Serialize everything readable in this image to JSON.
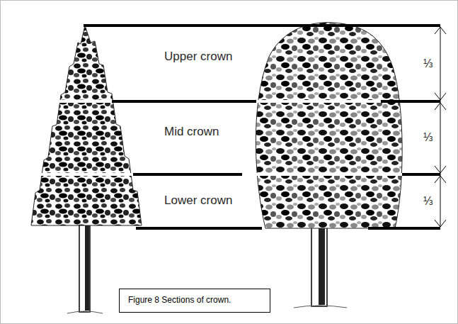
{
  "diagram": {
    "caption": "Figure 8 Sections of crown.",
    "labels": [
      "Upper crown",
      "Mid crown",
      "Lower crown",
      "⅓",
      "⅓",
      "⅓"
    ]
  }
}
